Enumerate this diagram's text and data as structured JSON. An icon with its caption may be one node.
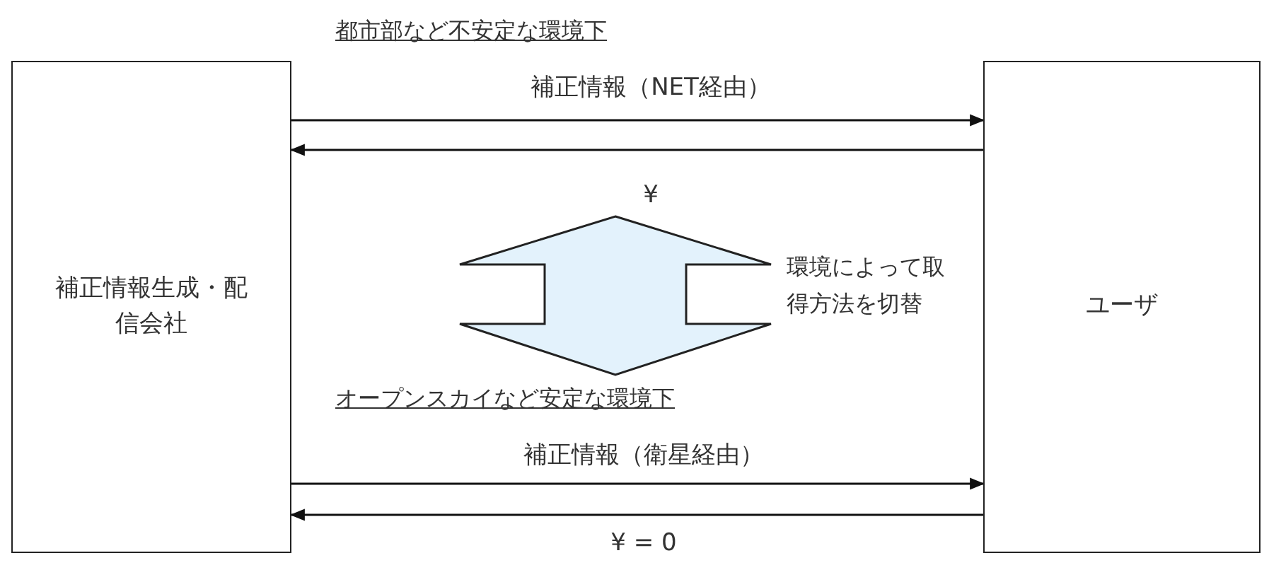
{
  "diagram": {
    "nodes": [
      {
        "text": [
          "補正情報生成・配信会社"
        ]
      },
      {
        "text": [
          "ユーザ"
        ]
      }
    ],
    "edges": [
      {
        "from": 0,
        "to": 1,
        "arrow": "to",
        "label": "補正情報（NET経由）"
      },
      {
        "from": 1,
        "to": 0,
        "arrow": "to",
        "label": "¥"
      },
      {
        "from": 0,
        "to": 1,
        "arrow": "to",
        "label": "補正情報（衛星経由）"
      },
      {
        "from": 1,
        "to": 0,
        "arrow": "to",
        "label": "¥ = 0"
      }
    ],
    "labels": [
      "都市部など不安定な環境下",
      "環境によって取得方法を切替",
      "オープンスカイなど安定な環境下"
    ]
  }
}
